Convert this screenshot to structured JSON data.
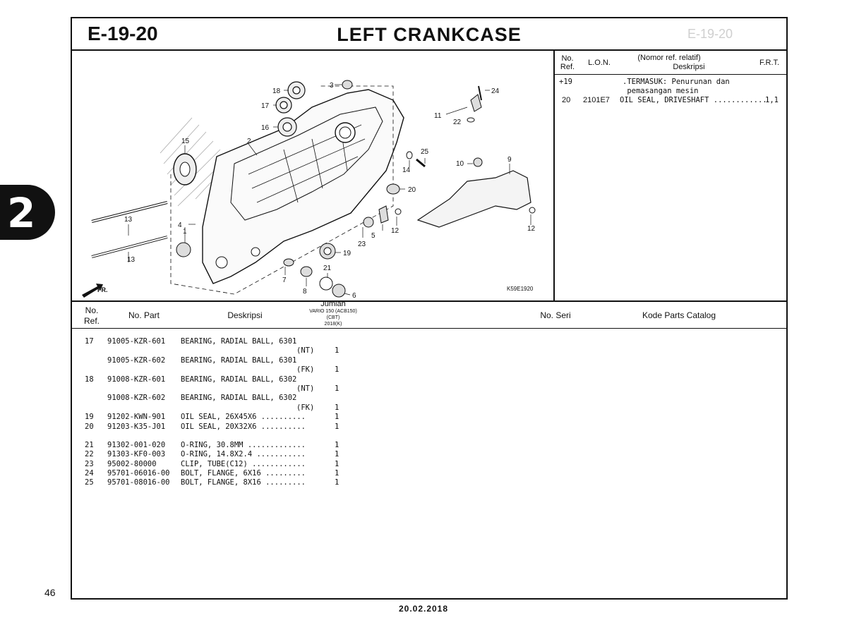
{
  "header": {
    "code": "E-19-20",
    "title": "LEFT CRANKCASE",
    "ghost_code": "E-19-20"
  },
  "chapter_tab": "2",
  "diagram": {
    "figure_id": "K59E1920",
    "arrow_label": "FR.",
    "callouts": [
      "1",
      "2",
      "3",
      "4",
      "5",
      "6",
      "7",
      "8",
      "9",
      "10",
      "11",
      "12",
      "12",
      "13",
      "13",
      "14",
      "15",
      "16",
      "17",
      "18",
      "19",
      "20",
      "21",
      "22",
      "23",
      "24",
      "25"
    ]
  },
  "ref_table": {
    "headers": {
      "no_ref": "No.\nRef.",
      "lon": "L.O.N.",
      "desc_top": "(Nomor ref. relatif)",
      "desc_bottom": "Deskripsi",
      "frt": "F.R.T."
    },
    "rows": [
      {
        "ref": "+19",
        "lon": "",
        "desc": ".TERMASUK: Penurunan dan",
        "frt": ""
      },
      {
        "ref": "",
        "lon": "",
        "desc": " pemasangan mesin",
        "frt": ""
      },
      {
        "ref": "20",
        "lon": "2101E7",
        "desc": "OIL SEAL, DRIVESHAFT ............",
        "frt": "1,1"
      }
    ]
  },
  "parts_table": {
    "headers": {
      "no_ref_1": "No.",
      "no_ref_2": "Ref.",
      "no_part": "No. Part",
      "deskripsi": "Deskripsi",
      "jumlah": "Jumlah",
      "model_1": "VARIO 150 (ACB150)",
      "model_2": "(CBT)",
      "model_3": "2018(K)",
      "no_seri": "No. Seri",
      "kode": "Kode Parts Catalog"
    },
    "rows": [
      {
        "ref": "17",
        "part": "91005-KZR-601",
        "desc": "BEARING, RADIAL BALL, 6301",
        "qty": ""
      },
      {
        "ref": "",
        "part": "",
        "desc": "(NT)",
        "qty": "1",
        "indent": true
      },
      {
        "ref": "",
        "part": "91005-KZR-602",
        "desc": "BEARING, RADIAL BALL, 6301",
        "qty": ""
      },
      {
        "ref": "",
        "part": "",
        "desc": "(FK)",
        "qty": "1",
        "indent": true
      },
      {
        "ref": "18",
        "part": "91008-KZR-601",
        "desc": "BEARING, RADIAL BALL, 6302",
        "qty": ""
      },
      {
        "ref": "",
        "part": "",
        "desc": "(NT)",
        "qty": "1",
        "indent": true
      },
      {
        "ref": "",
        "part": "91008-KZR-602",
        "desc": "BEARING, RADIAL BALL, 6302",
        "qty": ""
      },
      {
        "ref": "",
        "part": "",
        "desc": "(FK)",
        "qty": "1",
        "indent": true
      },
      {
        "ref": "19",
        "part": "91202-KWN-901",
        "desc": "OIL SEAL, 26X45X6 ..........",
        "qty": "1"
      },
      {
        "ref": "20",
        "part": "91203-K35-J01",
        "desc": "OIL SEAL, 20X32X6 ..........",
        "qty": "1"
      },
      {
        "gap": true
      },
      {
        "ref": "21",
        "part": "91302-001-020",
        "desc": "O-RING, 30.8MM .............",
        "qty": "1"
      },
      {
        "ref": "22",
        "part": "91303-KF0-003",
        "desc": "O-RING, 14.8X2.4 ...........",
        "qty": "1"
      },
      {
        "ref": "23",
        "part": "95002-80000",
        "desc": "CLIP, TUBE(C12) ............",
        "qty": "1"
      },
      {
        "ref": "24",
        "part": "95701-06016-00",
        "desc": "BOLT, FLANGE, 6X16 .........",
        "qty": "1"
      },
      {
        "ref": "25",
        "part": "95701-08016-00",
        "desc": "BOLT, FLANGE, 8X16 .........",
        "qty": "1"
      }
    ]
  },
  "footer": {
    "page_number": "46",
    "date": "20.02.2018"
  }
}
